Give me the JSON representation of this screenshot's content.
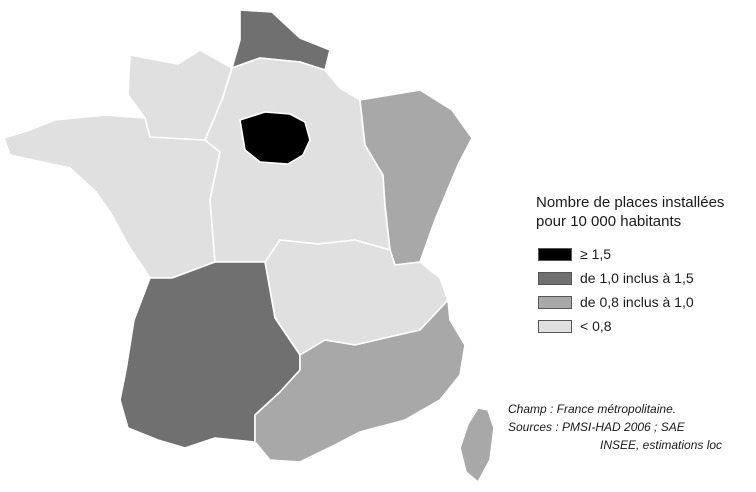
{
  "legend": {
    "title_line1": "Nombre de places installées",
    "title_line2": "pour 10 000 habitants",
    "classes": [
      {
        "label": "≥ 1,5",
        "color": "#000000"
      },
      {
        "label": "de 1,0 inclus à 1,5",
        "color": "#707070"
      },
      {
        "label": "de 0,8 inclus à 1,0",
        "color": "#a8a8a8"
      },
      {
        "label": "< 0,8",
        "color": "#e0e0e0"
      }
    ]
  },
  "notes": {
    "champ": "Champ : France métropolitaine.",
    "sources_line1": "Sources : PMSI-HAD 2006 ; SAE",
    "sources_line2": "INSEE, estimations loc"
  },
  "regions": [
    {
      "id": "nord",
      "class": 1
    },
    {
      "id": "ile-de-france",
      "class": 0
    },
    {
      "id": "nord-ouest",
      "class": 3
    },
    {
      "id": "centre-nord",
      "class": 3
    },
    {
      "id": "est",
      "class": 2
    },
    {
      "id": "ouest",
      "class": 3
    },
    {
      "id": "centre-est",
      "class": 3
    },
    {
      "id": "sud-ouest",
      "class": 1
    },
    {
      "id": "sud-est",
      "class": 2
    },
    {
      "id": "corse",
      "class": 2
    }
  ]
}
